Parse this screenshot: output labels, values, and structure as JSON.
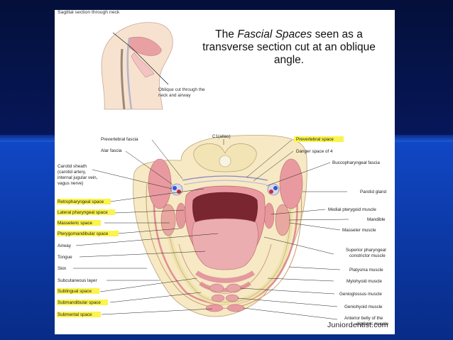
{
  "title": {
    "part1": "The ",
    "italic": "Fascial Spaces",
    "part2": " seen as a transverse section cut at an oblique angle."
  },
  "sagittal": {
    "caption": "Sagittal section through neck",
    "cut_label": "Oblique cut through the neck and airway"
  },
  "labels_left": [
    {
      "text": "Prevertebral fascia",
      "highlight": false
    },
    {
      "text": "Alar fascia",
      "highlight": false
    },
    {
      "text": "Carotid sheath (carotid artery, internal jugular vein, vagus nerve)",
      "highlight": false
    },
    {
      "text": "Retropharyngeal space",
      "highlight": true
    },
    {
      "text": "Lateral pharyngeal space",
      "highlight": true
    },
    {
      "text": "Masseteric space",
      "highlight": true
    },
    {
      "text": "Pterygomandibular space",
      "highlight": true
    },
    {
      "text": "Airway",
      "highlight": false
    },
    {
      "text": "Tongue",
      "highlight": false
    },
    {
      "text": "Skin",
      "highlight": false
    },
    {
      "text": "Subcutaneous layer",
      "highlight": false
    },
    {
      "text": "Sublingual space",
      "highlight": true
    },
    {
      "text": "Submandibular space",
      "highlight": true
    },
    {
      "text": "Submental space",
      "highlight": true
    }
  ],
  "label_top": "C1(atlas)",
  "labels_right": [
    {
      "text": "Prevertebral space",
      "highlight": true
    },
    {
      "text": "Danger space of 4",
      "highlight": false
    },
    {
      "text": "Buccopharyngeal fascia",
      "highlight": false
    },
    {
      "text": "Parotid gland",
      "highlight": false
    },
    {
      "text": "Medial pterygoid muscle",
      "highlight": false
    },
    {
      "text": "Mandible",
      "highlight": false
    },
    {
      "text": "Masseter muscle",
      "highlight": false
    },
    {
      "text": "Superior pharyngeal constrictor muscle",
      "highlight": false
    },
    {
      "text": "Platysma muscle",
      "highlight": false
    },
    {
      "text": "Mylohyoid muscle",
      "highlight": false
    },
    {
      "text": "Genioglossus muscle",
      "highlight": false
    },
    {
      "text": "Geniohyoid muscle",
      "highlight": false
    },
    {
      "text": "Anterior belly of the digastric muscle",
      "highlight": false
    }
  ],
  "watermark": "Juniordentist.com",
  "colors": {
    "background": "#0c3aa8",
    "highlight": "#fbf44a",
    "skin": "#f6e9c4",
    "muscle": "#e8a5a5",
    "bone": "#f4e8b8"
  }
}
